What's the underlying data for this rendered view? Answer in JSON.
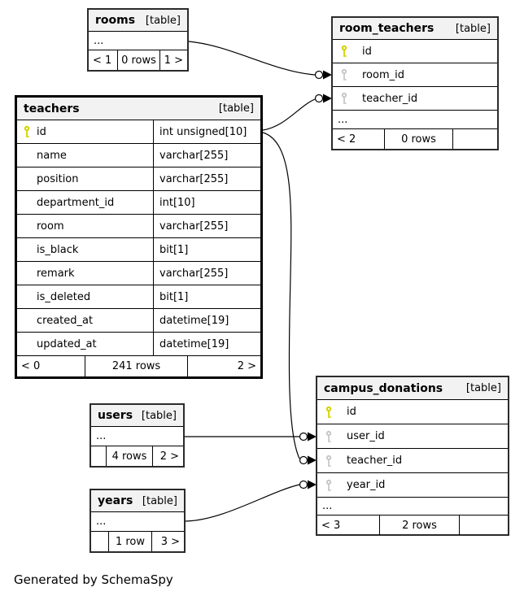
{
  "page": {
    "footer_note": "Generated by SchemaSpy"
  },
  "colors": {
    "primary_key": "#d4d400",
    "foreign_key": "#c9c9c9",
    "header_bg": "#f2f2f2",
    "border": "#000000"
  },
  "tables": {
    "rooms": {
      "title": "rooms",
      "tag": "[table]",
      "ellipsis": "...",
      "footer": {
        "left": "< 1",
        "center": "0 rows",
        "right": "1 >"
      }
    },
    "room_teachers": {
      "title": "room_teachers",
      "tag": "[table]",
      "columns": [
        {
          "name": "id",
          "key": "primary"
        },
        {
          "name": "room_id",
          "key": "foreign"
        },
        {
          "name": "teacher_id",
          "key": "foreign"
        }
      ],
      "ellipsis": "...",
      "footer": {
        "left": "< 2",
        "center": "0 rows",
        "right": ""
      }
    },
    "teachers": {
      "title": "teachers",
      "tag": "[table]",
      "columns": [
        {
          "name": "id",
          "key": "primary",
          "type": "int unsigned[10]"
        },
        {
          "name": "name",
          "type": "varchar[255]"
        },
        {
          "name": "position",
          "type": "varchar[255]"
        },
        {
          "name": "department_id",
          "type": "int[10]"
        },
        {
          "name": "room",
          "type": "varchar[255]"
        },
        {
          "name": "is_black",
          "type": "bit[1]"
        },
        {
          "name": "remark",
          "type": "varchar[255]"
        },
        {
          "name": "is_deleted",
          "type": "bit[1]"
        },
        {
          "name": "created_at",
          "type": "datetime[19]"
        },
        {
          "name": "updated_at",
          "type": "datetime[19]"
        }
      ],
      "footer": {
        "left": "< 0",
        "center": "241 rows",
        "right": "2 >"
      }
    },
    "users": {
      "title": "users",
      "tag": "[table]",
      "ellipsis": "...",
      "footer": {
        "left": "",
        "center": "4 rows",
        "right": "2 >"
      }
    },
    "years": {
      "title": "years",
      "tag": "[table]",
      "ellipsis": "...",
      "footer": {
        "left": "",
        "center": "1 row",
        "right": "3 >"
      }
    },
    "campus_donations": {
      "title": "campus_donations",
      "tag": "[table]",
      "columns": [
        {
          "name": "id",
          "key": "primary"
        },
        {
          "name": "user_id",
          "key": "foreign"
        },
        {
          "name": "teacher_id",
          "key": "foreign"
        },
        {
          "name": "year_id",
          "key": "foreign"
        }
      ],
      "ellipsis": "...",
      "footer": {
        "left": "< 3",
        "center": "2 rows",
        "right": ""
      }
    }
  },
  "relationships": [
    {
      "from": "rooms",
      "to": "room_teachers.room_id"
    },
    {
      "from": "teachers.id",
      "to": "room_teachers.teacher_id"
    },
    {
      "from": "teachers.id",
      "to": "campus_donations.teacher_id"
    },
    {
      "from": "users",
      "to": "campus_donations.user_id"
    },
    {
      "from": "years",
      "to": "campus_donations.year_id"
    }
  ]
}
